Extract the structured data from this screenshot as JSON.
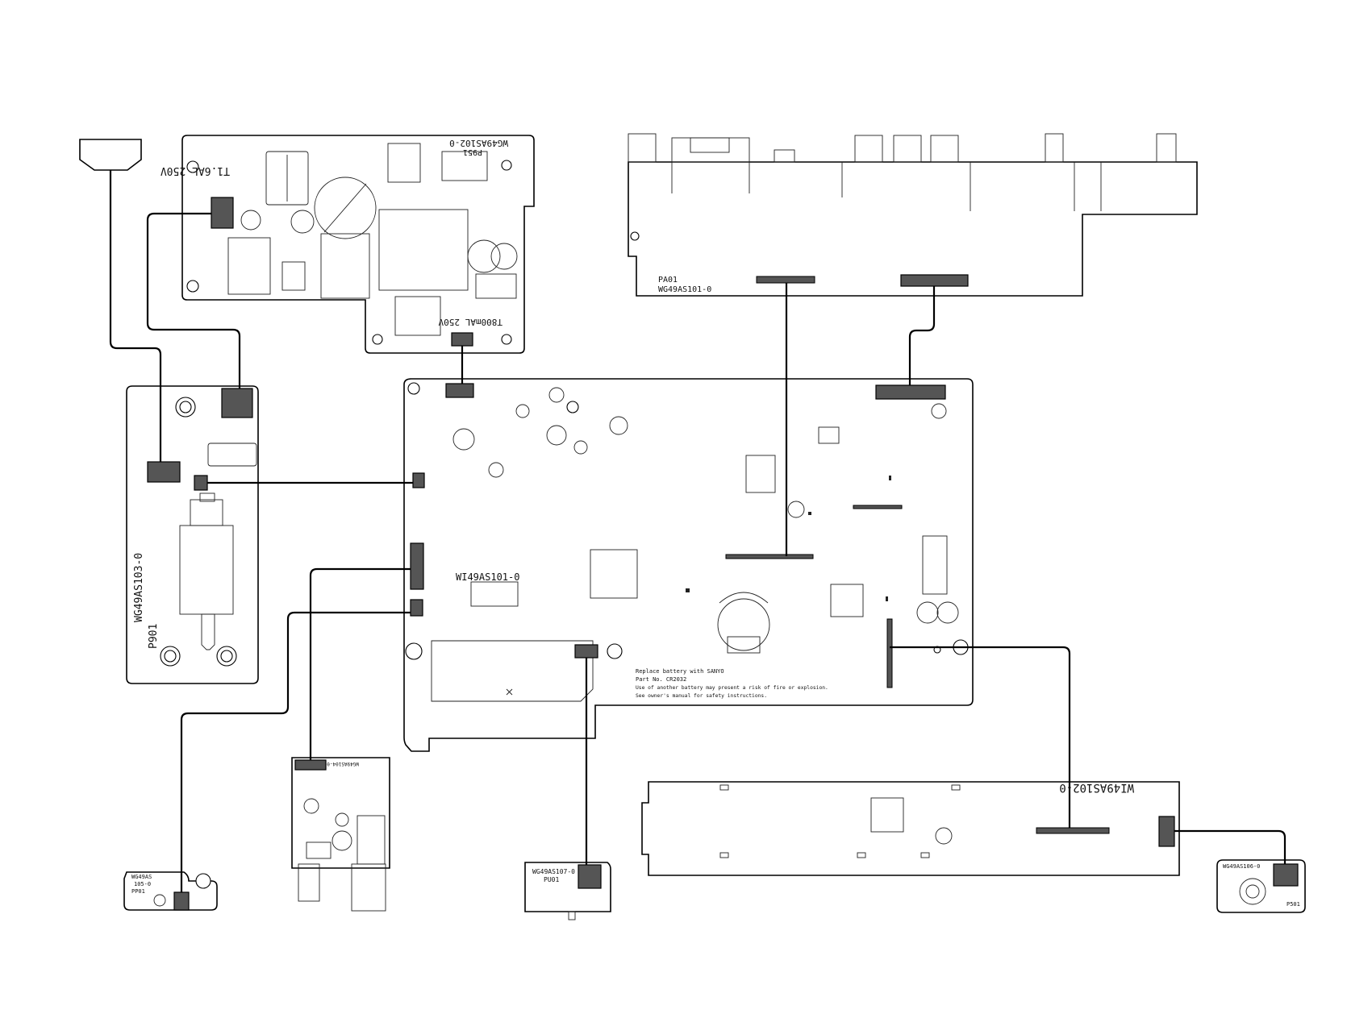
{
  "boards": {
    "power_part": "WG49AS102-0",
    "power_ref": "P951",
    "power_fuse1": "T1.6AL 250V",
    "power_fuse2": "T800mAL 250V",
    "av_part": "WG49AS101-0",
    "av_ref": "PA01",
    "main_part": "WI49AS101-0",
    "p901_part": "WG49AS103-0",
    "p901_ref": "P901",
    "small_part_line1": "WG49AS",
    "small_part_line2": "105-0",
    "small_ref": "PP01",
    "pu01_part": "WG49AS107-0",
    "pu01_ref": "PU01",
    "mid_part": "WG49AS104-0",
    "front_part": "WI49AS102-0",
    "p501_part": "WG49AS106-0",
    "p501_ref": "P501"
  },
  "battery_notice": {
    "line1": "Replace battery with SANYO",
    "line2": "Part No. CR2032",
    "line3": "Use of another battery may present a risk of fire or explosion.",
    "line4": "See owner's manual for safety instructions."
  },
  "colors": {
    "board_outline": "#000000",
    "connector": "#555555",
    "wire": "#000000"
  }
}
